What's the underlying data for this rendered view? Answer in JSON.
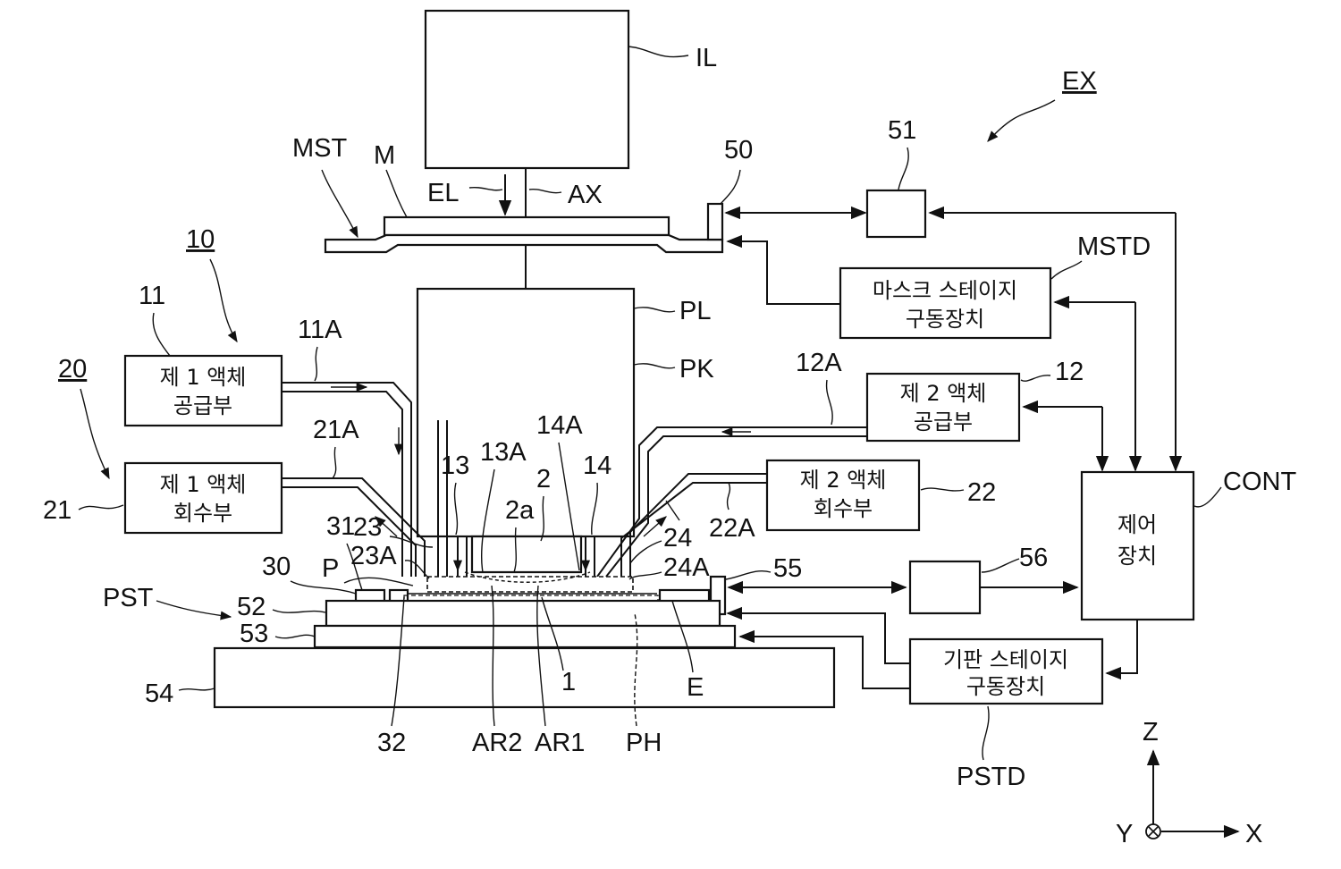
{
  "labels": {
    "IL": "IL",
    "EX": "EX",
    "MST": "MST",
    "M": "M",
    "EL": "EL",
    "AX": "AX",
    "n50": "50",
    "n51": "51",
    "MSTD": "MSTD",
    "PL": "PL",
    "PK": "PK",
    "n10": "10",
    "n11": "11",
    "n11A": "11A",
    "n20": "20",
    "n21": "21",
    "n21A": "21A",
    "n12A": "12A",
    "n12": "12",
    "n14A": "14A",
    "n13": "13",
    "n13A": "13A",
    "n2": "2",
    "n14": "14",
    "n2a": "2a",
    "CONT": "CONT",
    "n22": "22",
    "n22A": "22A",
    "n31": "31",
    "n23": "23",
    "n23A": "23A",
    "n30": "30",
    "P": "P",
    "n24": "24",
    "n24A": "24A",
    "n55": "55",
    "n56": "56",
    "PST": "PST",
    "n52": "52",
    "n53": "53",
    "n54": "54",
    "n1": "1",
    "E": "E",
    "n32": "32",
    "AR2": "AR2",
    "AR1": "AR1",
    "PH": "PH",
    "PSTD": "PSTD",
    "Z": "Z",
    "Y": "Y",
    "X": "X"
  },
  "boxes": {
    "mask_drive": [
      "마스크 스테이지",
      "구동장치"
    ],
    "liq1_supply": [
      "제 1 액체",
      "공급부"
    ],
    "liq1_recovery": [
      "제 1 액체",
      "회수부"
    ],
    "liq2_supply": [
      "제 2 액체",
      "공급부"
    ],
    "liq2_recovery": [
      "제 2 액체",
      "회수부"
    ],
    "controller": [
      "제어",
      "장치"
    ],
    "substrate_drive": [
      "기판 스테이지",
      "구동장치"
    ]
  }
}
